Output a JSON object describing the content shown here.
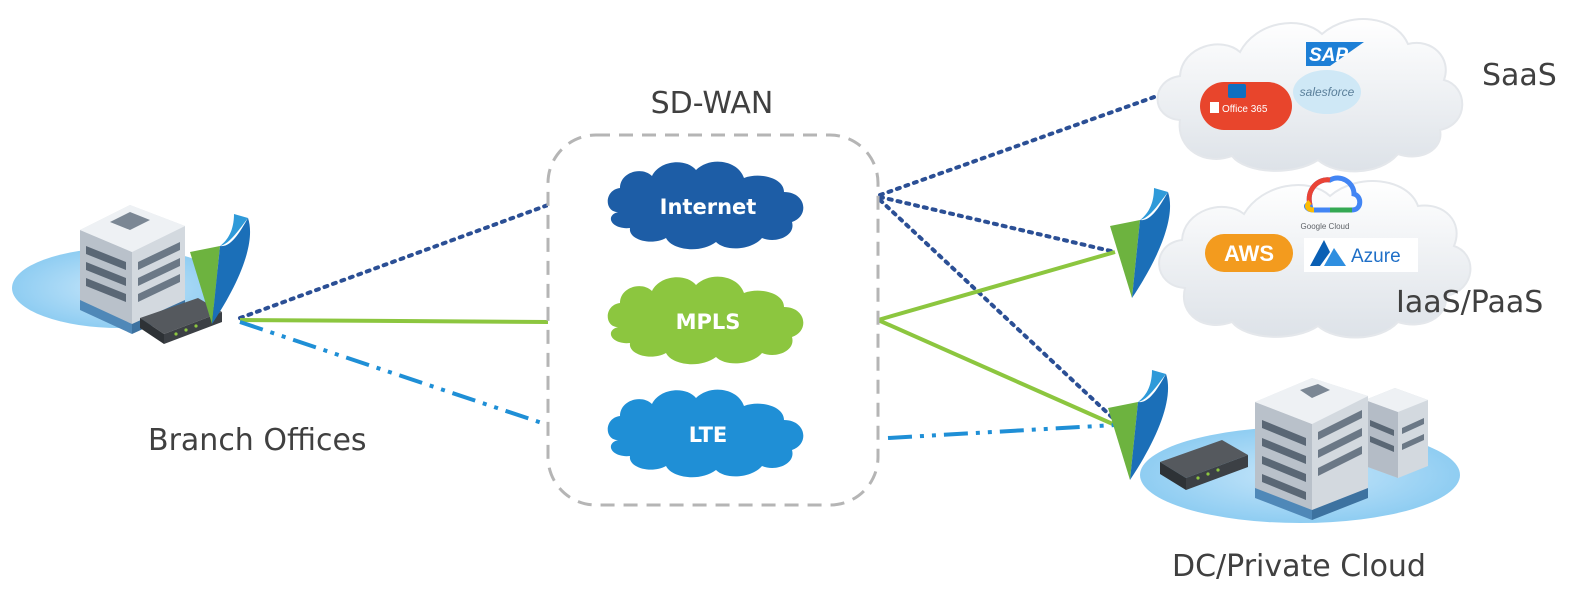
{
  "sdwan": {
    "title": "SD-WAN",
    "transports": {
      "internet": "Internet",
      "mpls": "MPLS",
      "lte": "LTE"
    }
  },
  "sites": {
    "branch": "Branch Offices",
    "saas": "SaaS",
    "iaas": "IaaS/PaaS",
    "dc": "DC/Private Cloud"
  },
  "logos": {
    "sap": "SAP",
    "office365": "Office 365",
    "salesforce": "salesforce",
    "google_cloud": "Google Cloud",
    "aws": "AWS",
    "azure": "Azure"
  },
  "colors": {
    "internet_link": "#2b4f95",
    "mpls_link": "#8cc63f",
    "lte_link": "#1f8fd6",
    "edge_blue": "#1b6fb8",
    "edge_green": "#6db33f"
  }
}
